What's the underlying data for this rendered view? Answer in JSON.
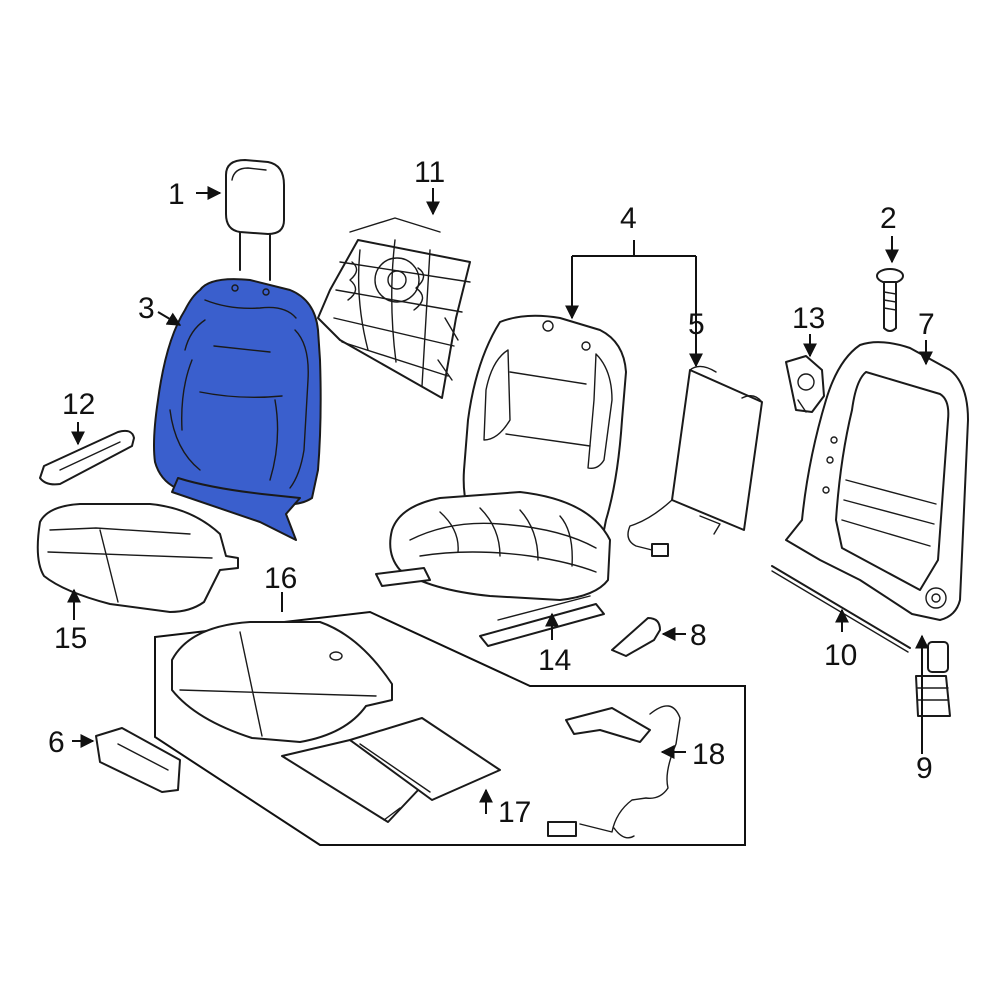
{
  "colors": {
    "highlight": "#3a5fcd",
    "line": "#1a1a1a",
    "background": "#ffffff"
  },
  "callouts": {
    "c1": "1",
    "c2": "2",
    "c3": "3",
    "c4": "4",
    "c5": "5",
    "c6": "6",
    "c7": "7",
    "c8": "8",
    "c9": "9",
    "c10": "10",
    "c11": "11",
    "c12": "12",
    "c13": "13",
    "c14": "14",
    "c15": "15",
    "c16": "16",
    "c17": "17",
    "c18": "18"
  },
  "highlighted_part": "3"
}
